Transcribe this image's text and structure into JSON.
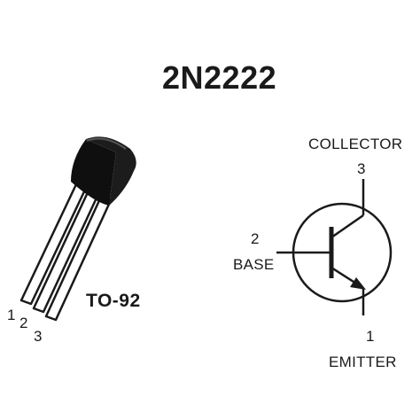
{
  "part_number": "2N2222",
  "package": "TO-92",
  "package_pins": [
    "1",
    "2",
    "3"
  ],
  "symbol": {
    "collector": {
      "label": "COLLECTOR",
      "pin": "3"
    },
    "base": {
      "label": "BASE",
      "pin": "2"
    },
    "emitter": {
      "label": "EMITTER",
      "pin": "1"
    }
  },
  "colors": {
    "ink": "#1a1a1a",
    "background": "#ffffff"
  }
}
